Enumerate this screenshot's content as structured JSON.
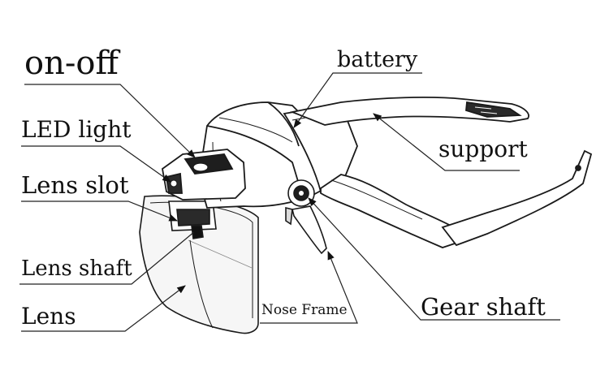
{
  "labels": {
    "on_off": "on-off",
    "battery": "battery",
    "led_light": "LED light",
    "support": "support",
    "lens_slot": "Lens slot",
    "lens_shaft": "Lens shaft",
    "nose_frame": "Nose Frame",
    "gear_shaft": "Gear shaft",
    "lens": "Lens"
  },
  "colors": {
    "line": "#1a1a1a",
    "leader": "#222222",
    "shade": "#dcdcdc",
    "lens_fill": "#f6f6f6"
  }
}
